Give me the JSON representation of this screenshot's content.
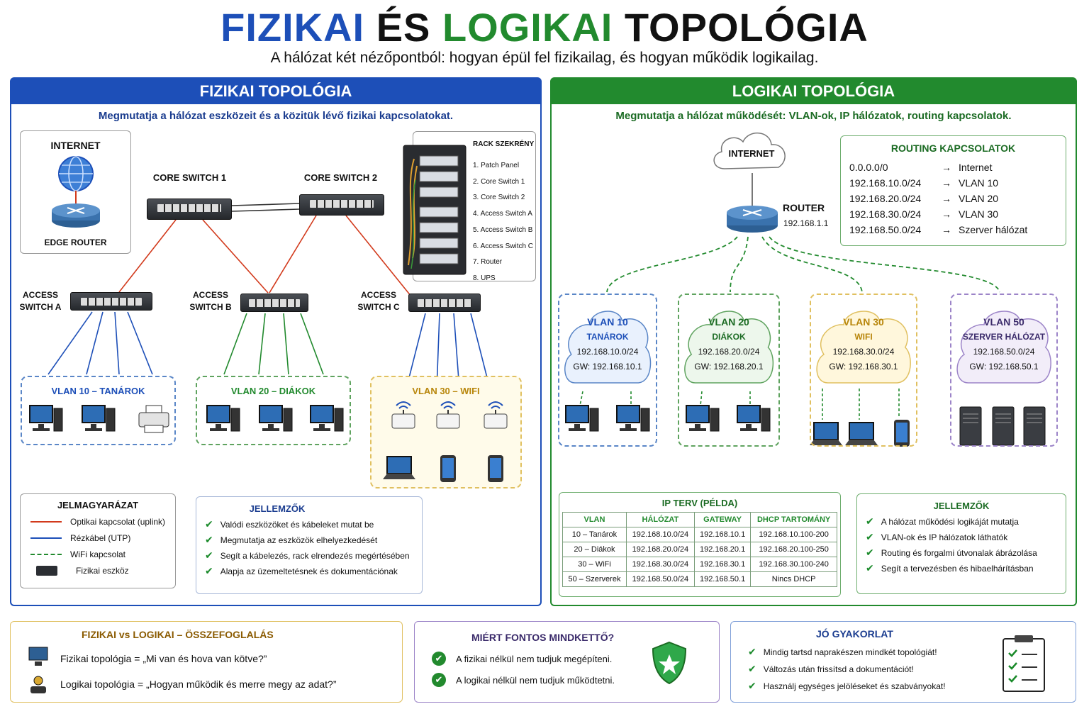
{
  "title": {
    "part1": "FIZIKAI",
    "part2": "ÉS",
    "part3": "LOGIKAI",
    "part4": "TOPOLÓGIA"
  },
  "subtitle": "A hálózat két nézőpontból: hogyan épül fel fizikailag, és hogyan működik logikailag.",
  "colors": {
    "blue": "#1d4fb8",
    "green": "#228a2e",
    "red": "#d23a1c",
    "gold": "#b8860b",
    "purple": "#7b5ca8"
  },
  "physical": {
    "header": "FIZIKAI TOPOLÓGIA",
    "description": "Megmutatja a hálózat eszközeit és a közitük lévő fizikai kapcsolatokat.",
    "internet": "INTERNET",
    "edge_router": "EDGE ROUTER",
    "core1": "CORE SWITCH 1",
    "core2": "CORE SWITCH 2",
    "access_a": "ACCESS\nSWITCH A",
    "access_b": "ACCESS\nSWITCH B",
    "access_c": "ACCESS\nSWITCH C",
    "rack": {
      "title": "RACK SZEKRÉNY",
      "items": [
        "1. Patch Panel",
        "2. Core Switch 1",
        "3. Core Switch 2",
        "4. Access Switch A",
        "5. Access Switch B",
        "6. Access Switch C",
        "7. Router",
        "8. UPS"
      ]
    },
    "vlan10": "VLAN 10 – TANÁROK",
    "vlan20": "VLAN 20 – DIÁKOK",
    "vlan30": "VLAN 30 – WIFI",
    "legend": {
      "title": "JELMAGYARÁZAT",
      "items": [
        "Optikai kapcsolat (uplink)",
        "Rézkábel (UTP)",
        "WiFi kapcsolat",
        "Fizikai eszköz"
      ]
    },
    "features": {
      "title": "JELLEMZŐK",
      "items": [
        "Valódi eszközöket és kábeleket mutat be",
        "Megmutatja az eszközök elhelyezkedését",
        "Segít a kábelezés, rack elrendezés megértésében",
        "Alapja az üzemeltetésnek és dokumentációnak"
      ]
    }
  },
  "logical": {
    "header": "LOGIKAI TOPOLÓGIA",
    "description": "Megmutatja a hálózat működését: VLAN-ok, IP hálózatok, routing kapcsolatok.",
    "internet": "INTERNET",
    "router": "ROUTER",
    "router_ip": "192.168.1.1",
    "routing": {
      "title": "ROUTING KAPCSOLATOK",
      "rows": [
        {
          "net": "0.0.0.0/0",
          "arrow": "→",
          "dest": "Internet"
        },
        {
          "net": "192.168.10.0/24",
          "arrow": "→",
          "dest": "VLAN 10"
        },
        {
          "net": "192.168.20.0/24",
          "arrow": "→",
          "dest": "VLAN 20"
        },
        {
          "net": "192.168.30.0/24",
          "arrow": "→",
          "dest": "VLAN 30"
        },
        {
          "net": "192.168.50.0/24",
          "arrow": "→",
          "dest": "Szerver hálózat"
        }
      ]
    },
    "vlans": [
      {
        "name": "VLAN 10",
        "label": "TANÁROK",
        "net": "192.168.10.0/24",
        "gw": "GW: 192.168.10.1"
      },
      {
        "name": "VLAN 20",
        "label": "DIÁKOK",
        "net": "192.168.20.0/24",
        "gw": "GW: 192.168.20.1"
      },
      {
        "name": "VLAN 30",
        "label": "WIFI",
        "net": "192.168.30.0/24",
        "gw": "GW: 192.168.30.1"
      },
      {
        "name": "VLAN 50",
        "label": "SZERVER HÁLÓZAT",
        "net": "192.168.50.0/24",
        "gw": "GW: 192.168.50.1"
      }
    ],
    "ip_plan": {
      "title": "IP TERV (PÉLDA)",
      "headers": [
        "VLAN",
        "HÁLÓZAT",
        "GATEWAY",
        "DHCP TARTOMÁNY"
      ],
      "rows": [
        [
          "10 – Tanárok",
          "192.168.10.0/24",
          "192.168.10.1",
          "192.168.10.100-200"
        ],
        [
          "20 – Diákok",
          "192.168.20.0/24",
          "192.168.20.1",
          "192.168.20.100-250"
        ],
        [
          "30 – WiFi",
          "192.168.30.0/24",
          "192.168.30.1",
          "192.168.30.100-240"
        ],
        [
          "50 – Szerverek",
          "192.168.50.0/24",
          "192.168.50.1",
          "Nincs DHCP"
        ]
      ]
    },
    "features": {
      "title": "JELLEMZŐK",
      "items": [
        "A hálózat működési logikáját mutatja",
        "VLAN-ok és IP hálózatok láthatók",
        "Routing és forgalmi útvonalak ábrázolása",
        "Segít a tervezésben és hibaelhárításban"
      ]
    }
  },
  "summary": {
    "title": "FIZIKAI vs LOGIKAI – ÖSSZEFOGLALÁS",
    "physical": "Fizikai topológia = „Mi van és hova van kötve?”",
    "logical": "Logikai topológia = „Hogyan működik és merre megy az adat?”"
  },
  "why": {
    "title": "MIÉRT FONTOS MINDKETTŐ?",
    "items": [
      "A fizikai nélkül nem tudjuk megépíteni.",
      "A logikai nélkül nem tudjuk működtetni."
    ]
  },
  "best": {
    "title": "JÓ GYAKORLAT",
    "items": [
      "Mindig tartsd naprakészen mindkét topológiát!",
      "Változás után frissítsd a dokumentációt!",
      "Használj egységes jelöléseket és szabványokat!"
    ]
  }
}
